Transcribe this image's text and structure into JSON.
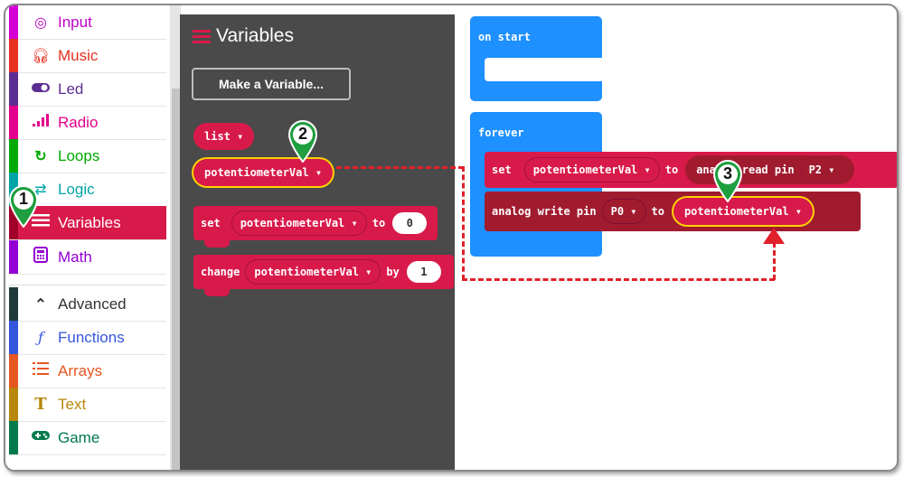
{
  "toolbox": {
    "categories": [
      {
        "label": "Input",
        "color": "#d400d4",
        "icon": "target-icon"
      },
      {
        "label": "Music",
        "color": "#e63022",
        "icon": "headphones-icon"
      },
      {
        "label": "Led",
        "color": "#5c2d91",
        "icon": "toggle-icon"
      },
      {
        "label": "Radio",
        "color": "#e3008c",
        "icon": "signal-bars-icon"
      },
      {
        "label": "Loops",
        "color": "#00aa00",
        "icon": "refresh-icon"
      },
      {
        "label": "Logic",
        "color": "#00a4a6",
        "icon": "logic-icon"
      },
      {
        "label": "Variables",
        "color": "#dc143c",
        "icon": "list-icon"
      },
      {
        "label": "Math",
        "color": "#9400d3",
        "icon": "calculator-icon"
      },
      {
        "label": "Advanced",
        "color": "#3c3c3c",
        "icon": "chevron-up-icon"
      },
      {
        "label": "Functions",
        "color": "#3455db",
        "icon": "function-icon"
      },
      {
        "label": "Arrays",
        "color": "#e65722",
        "icon": "array-icon"
      },
      {
        "label": "Text",
        "color": "#b8860b",
        "icon": "text-icon"
      },
      {
        "label": "Game",
        "color": "#007a4b",
        "icon": "gamepad-icon"
      }
    ]
  },
  "flyout": {
    "title": "Variables",
    "make_variable": "Make a Variable...",
    "list_var": "list",
    "pot_var": "potentiometerVal",
    "set_block": {
      "kw": "set",
      "var": "potentiometerVal",
      "to": "to",
      "value": "0"
    },
    "change_block": {
      "kw": "change",
      "var": "potentiometerVal",
      "by": "by",
      "value": "1"
    }
  },
  "workspace": {
    "on_start": "on start",
    "forever": "forever",
    "set_block": {
      "kw": "set",
      "var": "potentiometerVal",
      "to": "to",
      "read": "analog read pin",
      "pin": "P2"
    },
    "write_block": {
      "kw": "analog write pin",
      "pin": "P0",
      "to": "to",
      "var": "potentiometerVal"
    }
  },
  "markers": {
    "one": "1",
    "two": "2",
    "three": "3"
  },
  "colors": {
    "variables": "#d81a4a",
    "pins": "#a11b2f",
    "loops_blue": "#1e90ff",
    "flyout_bg": "#4a4a4a",
    "marker_green": "#1e9e3e",
    "arrow_red": "#e0202a",
    "highlight": "#ffd400"
  }
}
